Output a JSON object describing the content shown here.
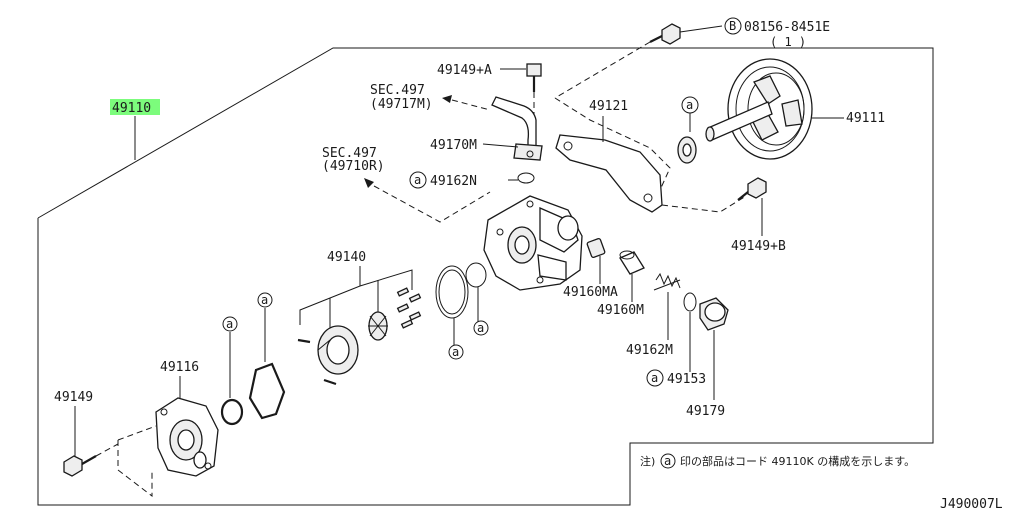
{
  "parts": {
    "assembly": "49110",
    "pulley": "49111",
    "body": "49116",
    "bracket": "49121",
    "rotor_kit": "49140",
    "bolt_main": "49149",
    "bolt_a": "49149+A",
    "bolt_b": "49149+B",
    "plug": "49153",
    "flow_ma": "49160MA",
    "flow_m": "49160M",
    "oring_n": "49162N",
    "spring_m": "49162M",
    "connector": "49170M",
    "cap": "49179",
    "bolt_08156": "08156-8451E",
    "bolt_08156_qty": "( 1 )"
  },
  "refs": {
    "sec1_title": "SEC.497",
    "sec1_code": "(49717M)",
    "sec2_title": "SEC.497",
    "sec2_code": "(49710R)"
  },
  "symbols": {
    "a": "a",
    "b": "B"
  },
  "note": {
    "prefix": "注)",
    "text": "印の部品はコード 49110K の構成を示します。"
  },
  "diagram_id": "J490007L",
  "highlight_color": "#7CFC7C"
}
